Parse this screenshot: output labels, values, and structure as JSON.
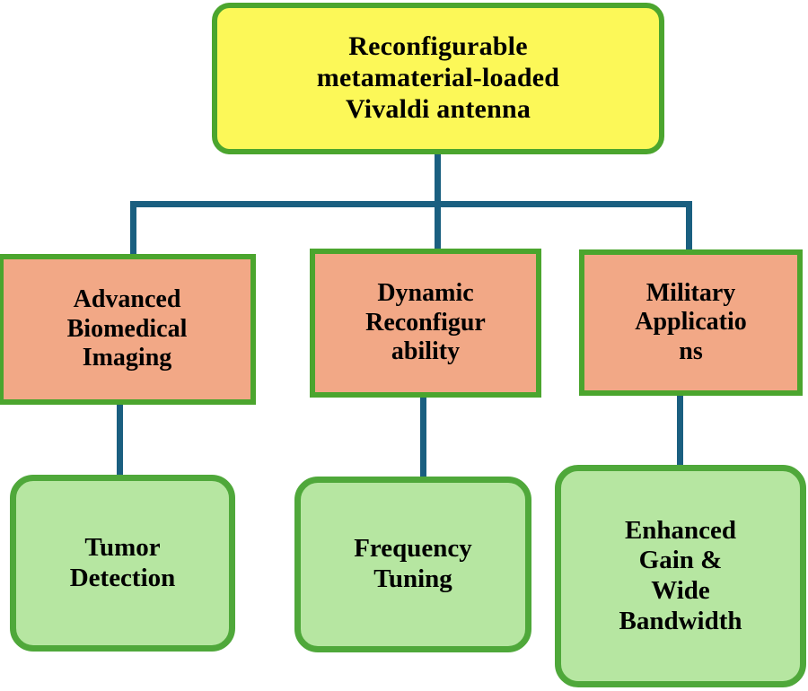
{
  "diagram": {
    "type": "hierarchy-tree",
    "orientation": "top-down",
    "levels": 3,
    "colors": {
      "root_fill": "#FCF858",
      "root_border": "#4BA52E",
      "mid_fill": "#F2A886",
      "mid_border": "#4BA52E",
      "leaf_fill": "#B6E6A1",
      "leaf_border": "#4FA83A",
      "connector": "#1A5F80",
      "text": "#000000",
      "background": "#FFFFFF"
    },
    "root": {
      "id": "root",
      "label": "Reconfigurable\nmetamaterial-loaded\nVivaldi antenna",
      "shape": "rounded-rectangle",
      "fill": "#FCF858"
    },
    "branches": [
      {
        "id": "branch-1",
        "label": "Advanced\nBiomedical\nImaging",
        "shape": "rectangle",
        "fill": "#F2A886",
        "child": {
          "id": "leaf-1",
          "label": "Tumor\nDetection",
          "shape": "rounded-rectangle",
          "fill": "#B6E6A1"
        }
      },
      {
        "id": "branch-2",
        "label": "Dynamic\nReconfigur\nability",
        "shape": "rectangle",
        "fill": "#F2A886",
        "child": {
          "id": "leaf-2",
          "label": "Frequency\nTuning",
          "shape": "rounded-rectangle",
          "fill": "#B6E6A1"
        }
      },
      {
        "id": "branch-3",
        "label": "Military\nApplicatio\nns",
        "shape": "rectangle",
        "fill": "#F2A886",
        "child": {
          "id": "leaf-3",
          "label": "Enhanced\nGain &\nWide\nBandwidth",
          "shape": "rounded-rectangle",
          "fill": "#B6E6A1"
        }
      }
    ]
  }
}
